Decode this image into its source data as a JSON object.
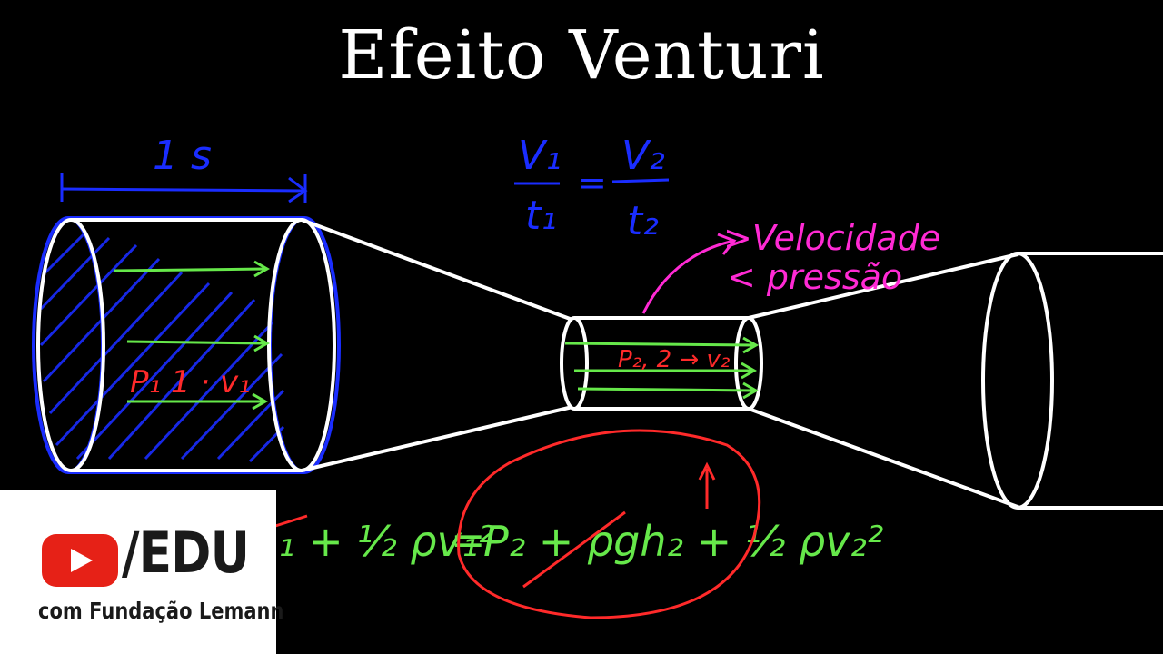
{
  "title": "Efeito Venturi",
  "labels": {
    "time_span": "1 s",
    "ratio_left_top": "V₁",
    "ratio_left_bottom": "t₁",
    "ratio_equals": "=",
    "ratio_right_top": "V₂",
    "ratio_right_bottom": "t₂",
    "effect_velocity": ">Velocidade",
    "effect_pressure": "< pressão",
    "section1_label": "P₁ 1 · v₁",
    "section2_label": "P₂, 2 → v₂",
    "bernoulli_left": "₁ + ½ ρv₁²",
    "bernoulli_equals": "=",
    "bernoulli_right": "P₂ + ρgh₂ + ½ ρv₂²"
  },
  "colors": {
    "pipe": "#ffffff",
    "ratio": "#1a2dff",
    "flow": "#66e84a",
    "sections": "#ff2a2a",
    "annotation": "#ff2ad4",
    "youtube_red": "#e62117"
  },
  "branding": {
    "icon": "youtube-play-icon",
    "name": "/EDU",
    "partner": "com Fundação Lemann"
  }
}
